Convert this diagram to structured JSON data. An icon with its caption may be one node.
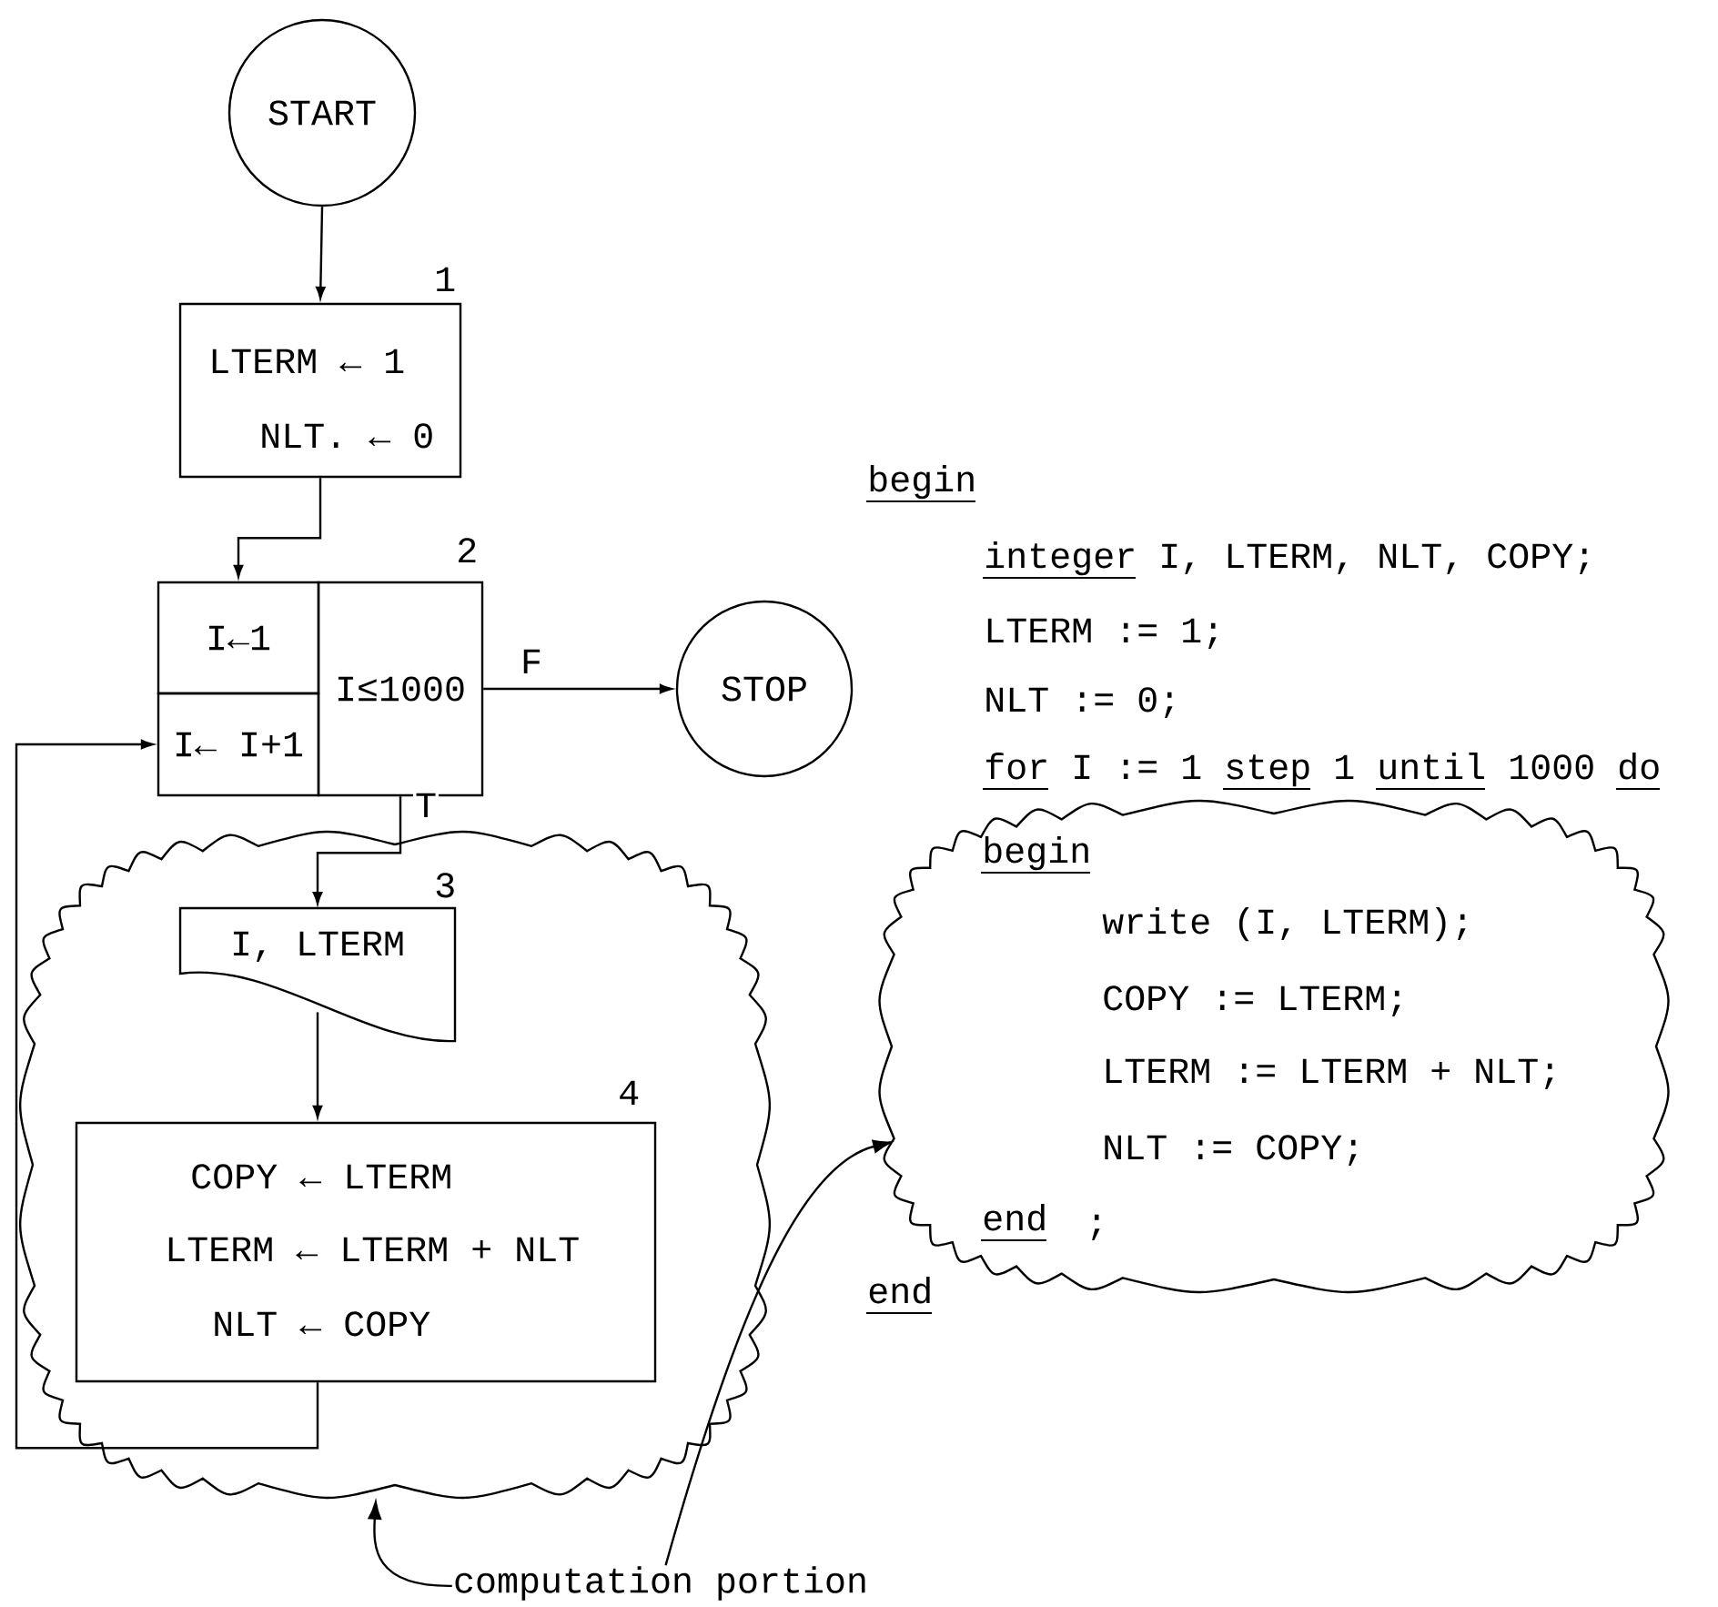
{
  "diagram": {
    "nodes": [
      {
        "text": [
          "START"
        ]
      },
      {
        "text": [
          "LTERM ← 1",
          "NLT. ← 0"
        ],
        "beside": [
          "1"
        ]
      },
      {
        "text": [
          "I←1"
        ]
      },
      {
        "text": [
          "I← I+1"
        ]
      },
      {
        "text": [
          "I≤1000"
        ],
        "beside": [
          "2"
        ]
      },
      {
        "text": [
          "STOP"
        ]
      },
      {
        "text": [],
        "shape": "cloud"
      },
      {
        "text": [
          "I, LTERM"
        ],
        "in": 6,
        "beside": [
          "3"
        ]
      },
      {
        "text": [
          "COPY ← LTERM",
          "LTERM ← LTERM + NLT",
          "NLT ← COPY"
        ],
        "in": 6,
        "beside": [
          "4"
        ]
      },
      {
        "text": [
          "begin",
          "write (I, LTERM);",
          "COPY := LTERM;",
          "LTERM := LTERM + NLT;",
          "NLT := COPY;",
          "end"
        ]
      },
      {
        "text": [
          "computation portion"
        ]
      }
    ],
    "edges": [
      {
        "from": 0,
        "to": 1,
        "arrow": "to"
      },
      {
        "from": 1,
        "to": 2,
        "arrow": "to"
      },
      {
        "from": 4,
        "to": 5,
        "arrow": "to",
        "label": "F"
      },
      {
        "from": 4,
        "to": 7,
        "arrow": "to",
        "label": "T"
      },
      {
        "from": 7,
        "to": 8,
        "arrow": "to"
      },
      {
        "from": 8,
        "to": 3,
        "arrow": "to"
      },
      {
        "from": 10,
        "to": 6,
        "arrow": "to"
      },
      {
        "from": 10,
        "to": 9,
        "arrow": "to"
      }
    ],
    "labels": [
      "begin",
      "integer I, LTERM, NLT, COPY;",
      "LTERM := 1;",
      "NLT := 0;",
      "for I := 1 step 1 until 1000 do",
      ";",
      "end"
    ]
  }
}
